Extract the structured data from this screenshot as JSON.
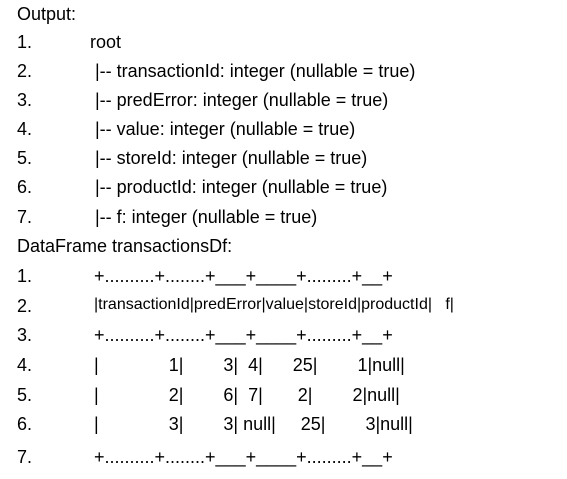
{
  "output_heading": "Output:",
  "schema_lines": [
    {
      "num": "1.",
      "text": "root"
    },
    {
      "num": "2.",
      "text": "|-- transactionId: integer (nullable = true)"
    },
    {
      "num": "3.",
      "text": "|-- predError: integer (nullable = true)"
    },
    {
      "num": "4.",
      "text": "|-- value: integer (nullable = true)"
    },
    {
      "num": "5.",
      "text": "|-- storeId: integer (nullable = true)"
    },
    {
      "num": "6.",
      "text": "|-- productId: integer (nullable = true)"
    },
    {
      "num": "7.",
      "text": "|-- f: integer (nullable = true)"
    }
  ],
  "df_heading": "DataFrame transactionsDf:",
  "table_lines": [
    {
      "num": "1.",
      "text": "+..........+........+___+____+.........+__+"
    },
    {
      "num": "2.",
      "text": "|transactionId|predError|value|storeId|productId|   f|"
    },
    {
      "num": "3.",
      "text": "+..........+........+___+____+.........+__+"
    },
    {
      "num": "4.",
      "text": "|              1|        3|  4|      25|        1|null|"
    },
    {
      "num": "5.",
      "text": "|              2|        6|  7|       2|        2|null|"
    },
    {
      "num": "6.",
      "text": "|              3|        3| null|     25|        3|null|"
    },
    {
      "num": "7.",
      "text": "+..........+........+___+____+.........+__+"
    }
  ]
}
